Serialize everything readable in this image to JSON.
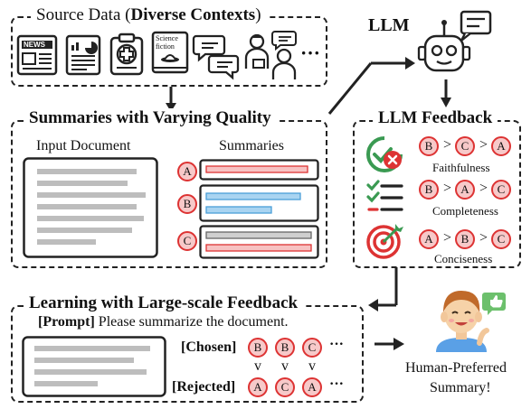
{
  "source": {
    "title_prefix": "Source Data (",
    "title_bold": "Diverse Contexts",
    "title_suffix": ")",
    "ellipsis": "···",
    "news_label": "NEWS",
    "book_label": "Science fiction"
  },
  "summaries_box": {
    "title": "Summaries with Varying Quality",
    "input_label": "Input Document",
    "summaries_label": "Summaries",
    "markers": [
      "A",
      "B",
      "C"
    ]
  },
  "llm": {
    "label": "LLM"
  },
  "feedback": {
    "title": "LLM Feedback",
    "rows": [
      {
        "order": [
          "B",
          "C",
          "A"
        ],
        "criterion": "Faithfulness"
      },
      {
        "order": [
          "B",
          "A",
          "C"
        ],
        "criterion": "Completeness"
      },
      {
        "order": [
          "A",
          "B",
          "C"
        ],
        "criterion": "Conciseness"
      }
    ],
    "operator": ">"
  },
  "learning": {
    "title": "Learning with Large-scale Feedback",
    "prompt_tag": "[Prompt]",
    "prompt_text": " Please summarize the document.",
    "chosen_label": "[Chosen]",
    "chosen": [
      "B",
      "B",
      "C"
    ],
    "rejected_label": "[Rejected]",
    "rejected": [
      "A",
      "C",
      "A"
    ],
    "vs": "v",
    "ellipsis": "···"
  },
  "result": {
    "line1": "Human-Preferred",
    "line2": "Summary!"
  },
  "colors": {
    "accent_red": "#d33333",
    "bar_blue": "#4a9fd8",
    "bar_grey": "#8a8a8a",
    "bar_pink": "#f3a6a6"
  }
}
